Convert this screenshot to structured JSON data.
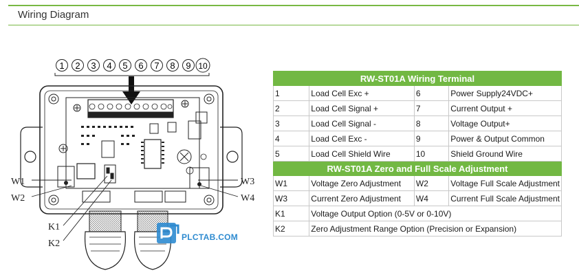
{
  "header": {
    "title": "Wiring Diagram"
  },
  "diagram": {
    "terminal_numbers": [
      "1",
      "2",
      "3",
      "4",
      "5",
      "6",
      "7",
      "8",
      "9",
      "10"
    ],
    "labels": {
      "w1": "W1",
      "w2": "W2",
      "w3": "W3",
      "w4": "W4",
      "k1": "K1",
      "k2": "K2"
    }
  },
  "watermark": {
    "text": "PLCTAB.COM"
  },
  "wiring_table": {
    "title": "RW-ST01A Wiring Terminal",
    "rows": [
      [
        "1",
        "Load Cell Exc +",
        "6",
        "Power Supply24VDC+"
      ],
      [
        "2",
        "Load Cell Signal +",
        "7",
        "Current Output +"
      ],
      [
        "3",
        "Load Cell Signal -",
        "8",
        "Voltage Output+"
      ],
      [
        "4",
        "Load Cell Exc -",
        "9",
        "Power & Output Common"
      ],
      [
        "5",
        "Load Cell Shield Wire",
        "10",
        "Shield Ground Wire"
      ]
    ]
  },
  "adjust_table": {
    "title": "RW-ST01A Zero and Full Scale Adjustment",
    "rows": [
      [
        "W1",
        "Voltage Zero Adjustment",
        "W2",
        "Voltage Full Scale Adjustment"
      ],
      [
        "W3",
        "Current Zero Adjustment",
        "W4",
        "Current Full Scale Adjustment"
      ]
    ],
    "options": [
      [
        "K1",
        "Voltage Output Option (0-5V or 0-10V)"
      ],
      [
        "K2",
        "Zero Adjustment Range Option (Precision or Expansion)"
      ]
    ]
  }
}
